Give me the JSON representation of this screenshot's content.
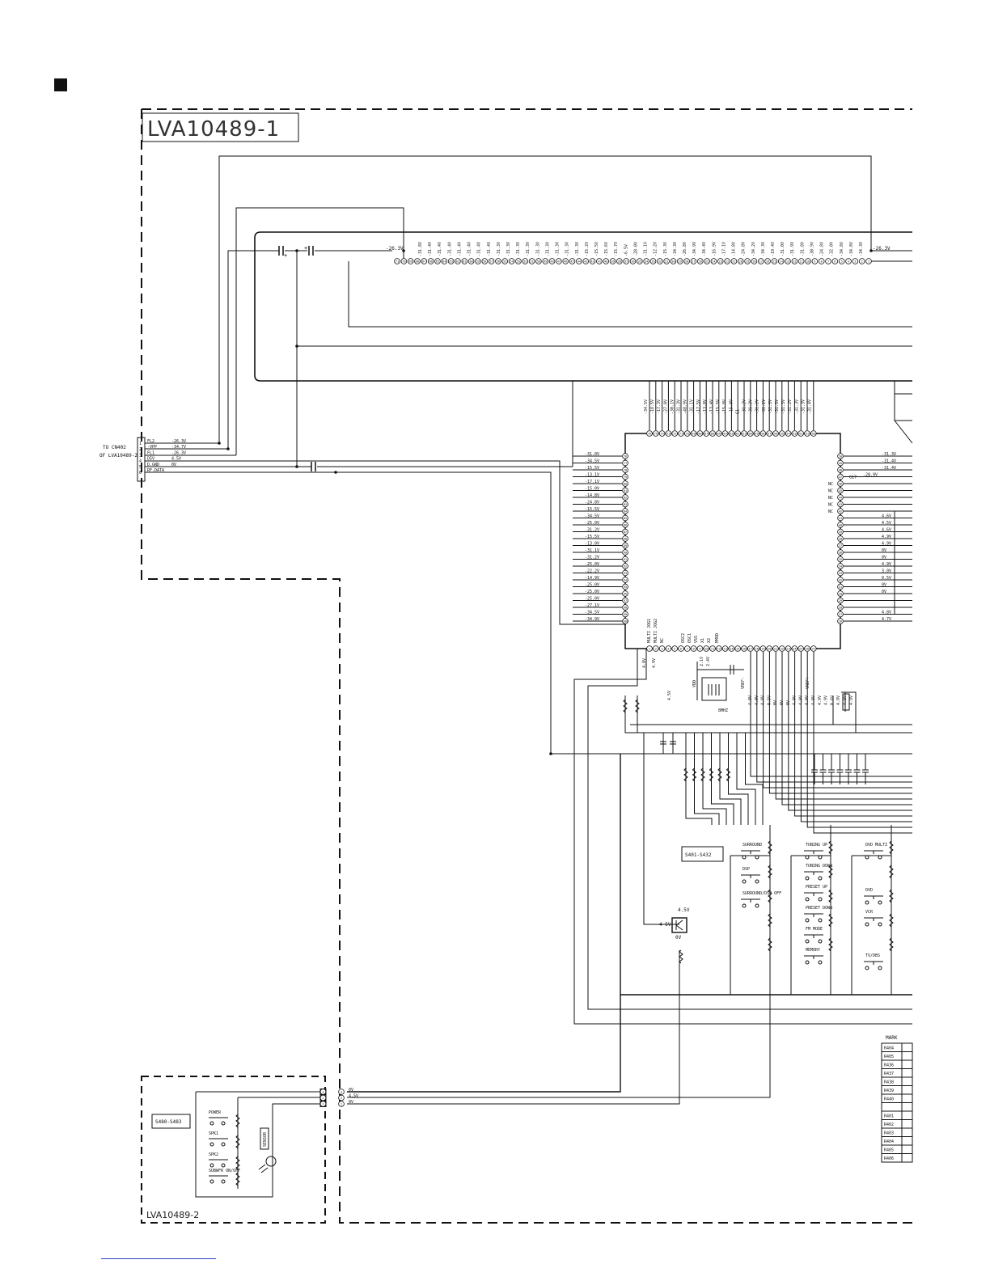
{
  "boards": {
    "main_title": "LVA10489-1",
    "sub_title": "LVA10489-2"
  },
  "connector": {
    "to_label_1": "TO CN402",
    "to_label_2": "OF LVA10489-2",
    "pins": [
      {
        "num": "1",
        "name": "FL2",
        "volt": "-26.3V"
      },
      {
        "num": "2",
        "name": "-VPP",
        "volt": "-34.7V"
      },
      {
        "num": "3",
        "name": "FL1",
        "volt": "-26.3V"
      },
      {
        "num": "4",
        "name": "D5V",
        "volt": "4.5V"
      },
      {
        "num": "5",
        "name": "D.GND",
        "volt": "0V"
      },
      {
        "num": "6",
        "name": "RF.DATA",
        "volt": ""
      }
    ]
  },
  "fl_display": {
    "left_volt": "-26.3V",
    "right_volt": "-26.3V",
    "top_voltages": [
      "-31.8V",
      "-31.4V",
      "-31.4V",
      "-31.4V",
      "-31.4V",
      "-31.4V",
      "-31.4V",
      "-31.4V",
      "-31.3V",
      "-31.3V",
      "-31.3V",
      "-31.3V",
      "-31.3V",
      "-31.3V",
      "-31.3V",
      "-31.3V",
      "-31.3V",
      "-15.2V",
      "-15.5V",
      "-15.6V",
      "-15.7V",
      "-6.5V",
      "-28.0V",
      "-31.1V",
      "-12.2V",
      "-15.3V",
      "-34.3V",
      "-26.8V",
      "-34.9V",
      "-34.4V",
      "-16.9V",
      "-17.1V",
      "-14.8V",
      "-24.8V",
      "-34.2V",
      "-34.3V",
      "-19.4V",
      "-31.0V",
      "-31.9V",
      "-31.8V",
      "-30.9V",
      "-24.8V",
      "-32.0V",
      "-34.8V",
      "-34.8V",
      "-34.3V"
    ],
    "pin_count": 71
  },
  "ic": {
    "top_voltages": [
      "-34.5V",
      "-18.5V",
      "-17.3V",
      "-27.0V",
      "-30.1V",
      "-31.3V",
      "-48.9V",
      "-31.1V",
      "-17.5V",
      "-13.0V",
      "-13.4V",
      "-15.5V",
      "-15.8V",
      "-15.8V",
      "G1",
      "-31.2V",
      "-31.2V",
      "-31.2V",
      "-31.2V",
      "-31.3V",
      "-31.3V",
      "-31.3V",
      "-31.2V",
      "-31.3V",
      "-31.3V",
      "-31.4V"
    ],
    "left_voltages": [
      "-31.0V",
      "-34.5V",
      "-15.5V",
      "-13.1V",
      "-17.1V",
      "-15.0V",
      "-14.8V",
      "-24.8V",
      "-15.5V",
      "-34.5V",
      "-25.0V",
      "-31.2V",
      "-15.5V",
      "-13.0V",
      "-31.1V",
      "-31.2V",
      "-25.0V",
      "-22.2V",
      "-14.9V",
      "-25.0V",
      "-25.0V",
      "-25.0V",
      "-27.1V",
      "-34.5V",
      "-34.9V"
    ],
    "right_voltages": [
      {
        "nc": "",
        "v": "-31.3V"
      },
      {
        "nc": "",
        "v": "-31.4V"
      },
      {
        "nc": "",
        "v": "-31.4V"
      },
      {
        "nc": "G17",
        "v": "-28.9V"
      },
      {
        "nc": "NC",
        "v": ""
      },
      {
        "nc": "NC",
        "v": ""
      },
      {
        "nc": "NC",
        "v": ""
      },
      {
        "nc": "NC",
        "v": ""
      },
      {
        "nc": "NC",
        "v": ""
      },
      {
        "nc": "",
        "v": "4.6V"
      },
      {
        "nc": "",
        "v": "4.5V"
      },
      {
        "nc": "",
        "v": "4.6V"
      },
      {
        "nc": "",
        "v": "4.9V"
      },
      {
        "nc": "",
        "v": "4.9V"
      },
      {
        "nc": "",
        "v": "0V"
      },
      {
        "nc": "",
        "v": "0V"
      },
      {
        "nc": "",
        "v": "4.9V"
      },
      {
        "nc": "",
        "v": "3.0V"
      },
      {
        "nc": "",
        "v": "0.5V"
      },
      {
        "nc": "",
        "v": "0V"
      },
      {
        "nc": "",
        "v": "0V"
      },
      {
        "nc": "",
        "v": ""
      },
      {
        "nc": "",
        "v": ""
      },
      {
        "nc": "",
        "v": "4.8V"
      },
      {
        "nc": "",
        "v": "4.7V"
      }
    ],
    "bottom_names": [
      "MULTI JOG1",
      "MULTI JOG2",
      "NC",
      "OSC2",
      "OSC1",
      "VSS",
      "X1",
      "X2",
      "MMOD"
    ],
    "bottom_voltages": [
      "4.8V",
      "4.9V",
      "4.9V",
      "0.5V",
      "0V",
      "0V",
      "0V",
      "4.9V",
      "4.9V",
      "4.9V",
      "4.9V",
      "4.9V",
      "4.9V",
      "0.6V",
      "4.9V",
      "4.8V",
      "4.9V"
    ],
    "small_labels": {
      "vdd": "VDD",
      "vref": "VREF-",
      "vref_plus": "VREF+",
      "xtal": "8MHZ",
      "v21": "2.1V",
      "v24": "2.4V",
      "v45": "4.5V"
    }
  },
  "switch_blocks": {
    "block_label_main": "S401-S432",
    "group1": [
      "SURROUND",
      "DSP",
      "SURROUND/DSP OFF"
    ],
    "group2": [
      "TUNING UP",
      "TUNING DOWN",
      "PRESET UP",
      "PRESET DOWN",
      "FM MODE",
      "MEMORY"
    ],
    "group3": [
      "DVD MULTI",
      "DVD",
      "VCR",
      "TV/DBS"
    ],
    "sensor": {
      "top": "4.5V",
      "mid": "4-5V",
      "bottom": "0V"
    }
  },
  "remark_table": {
    "header": "MARK",
    "rows": [
      "R404",
      "R405",
      "R436",
      "R437",
      "R438",
      "R439",
      "R440",
      "",
      "R401",
      "R402",
      "R403",
      "R404",
      "R405",
      "R406"
    ]
  },
  "sub_board": {
    "block_label": "S480-S483",
    "switches": [
      "POWER",
      "SPK1",
      "SPK2",
      "SUBWFR ON/OFF"
    ],
    "sensor_label": "SENSOR",
    "conn_pins": [
      "3",
      "2",
      "1"
    ],
    "conn_volts": [
      "0V",
      "4.5V",
      "0V"
    ]
  }
}
